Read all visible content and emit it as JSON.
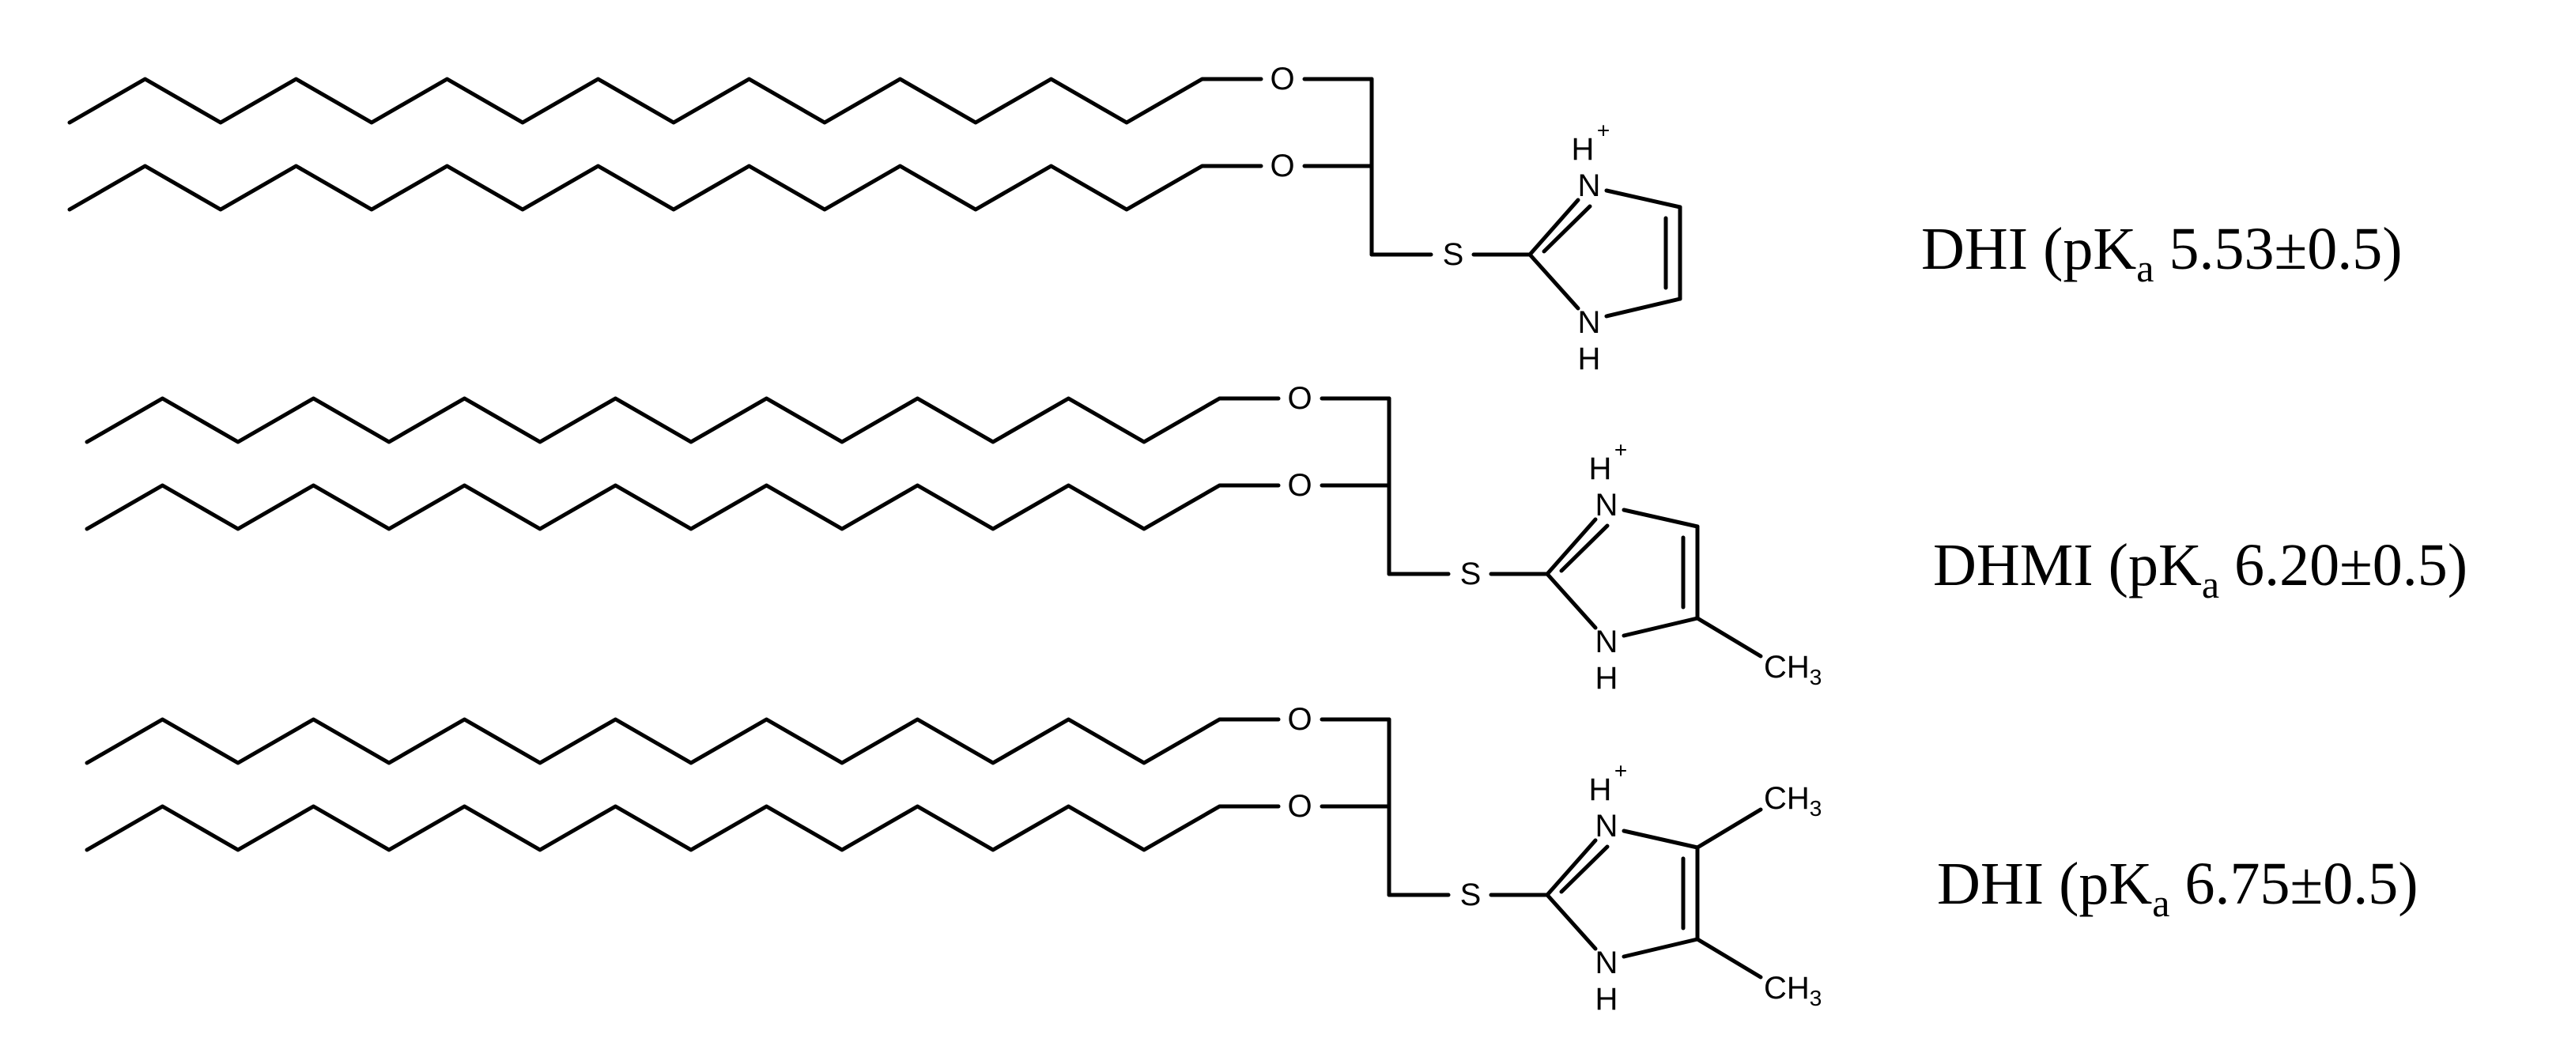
{
  "atoms": {
    "oxygen": "O",
    "sulfur": "S",
    "nitrogen_h": "H",
    "nitrogen": "N",
    "charge": "+",
    "methyl_ch": "CH",
    "methyl_sub": "3"
  },
  "compounds": [
    {
      "name": "DHI",
      "pka_prefix": "(pK",
      "pka_sub": "a",
      "pka_value": " 5.53±0.5)"
    },
    {
      "name": "DHMI",
      "pka_prefix": "(pK",
      "pka_sub": "a",
      "pka_value": " 6.20±0.5)"
    },
    {
      "name": "DHI",
      "pka_prefix": "(pK",
      "pka_sub": "a",
      "pka_value": " 6.75±0.5)"
    }
  ]
}
